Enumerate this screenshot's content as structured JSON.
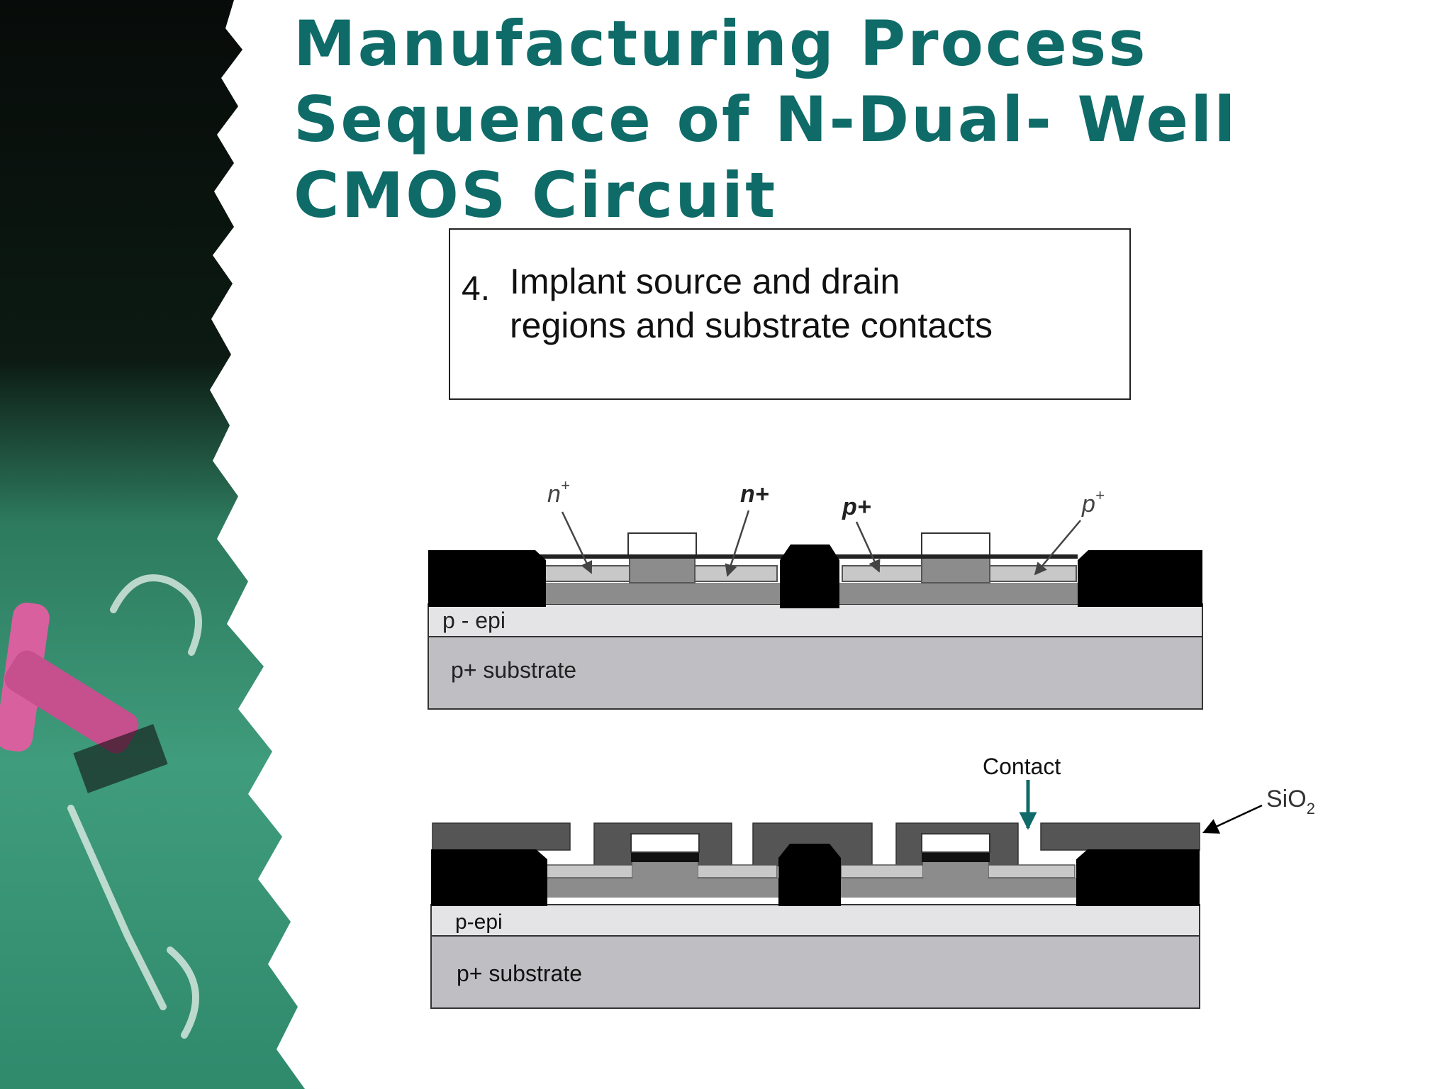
{
  "slide": {
    "title_lines": [
      "Manufacturing Process",
      "Sequence of N-Dual- Well",
      "CMOS Circuit"
    ]
  },
  "step": {
    "number": "4.",
    "text_lines": [
      "Implant source and drain",
      "regions and substrate contacts"
    ]
  },
  "diagram_top": {
    "label_n_plus_left": "n",
    "label_n_plus_left_sup": "+",
    "label_n_plus_mid": "n+",
    "label_p_plus_mid": "p+",
    "label_p_plus_right": "p",
    "label_p_plus_right_sup": "+",
    "layer_epi": "p - epi",
    "layer_substrate": "p+ substrate"
  },
  "diagram_bottom": {
    "label_contact": "Contact",
    "label_oxide": "SiO",
    "label_oxide_sub": "2",
    "layer_epi": "p-epi",
    "layer_substrate": "p+ substrate"
  },
  "colors": {
    "title": "#0e6b68",
    "contact_arrow": "#0e6b68",
    "field_oxide": "#000000",
    "oxide": "#555555",
    "well": "#8c8c8c",
    "implant": "#c8c8c8",
    "epi": "#e4e4e6",
    "substrate": "#bfbec2",
    "chalkboard": "#2f8a6c",
    "chalk": "#d9609e"
  }
}
